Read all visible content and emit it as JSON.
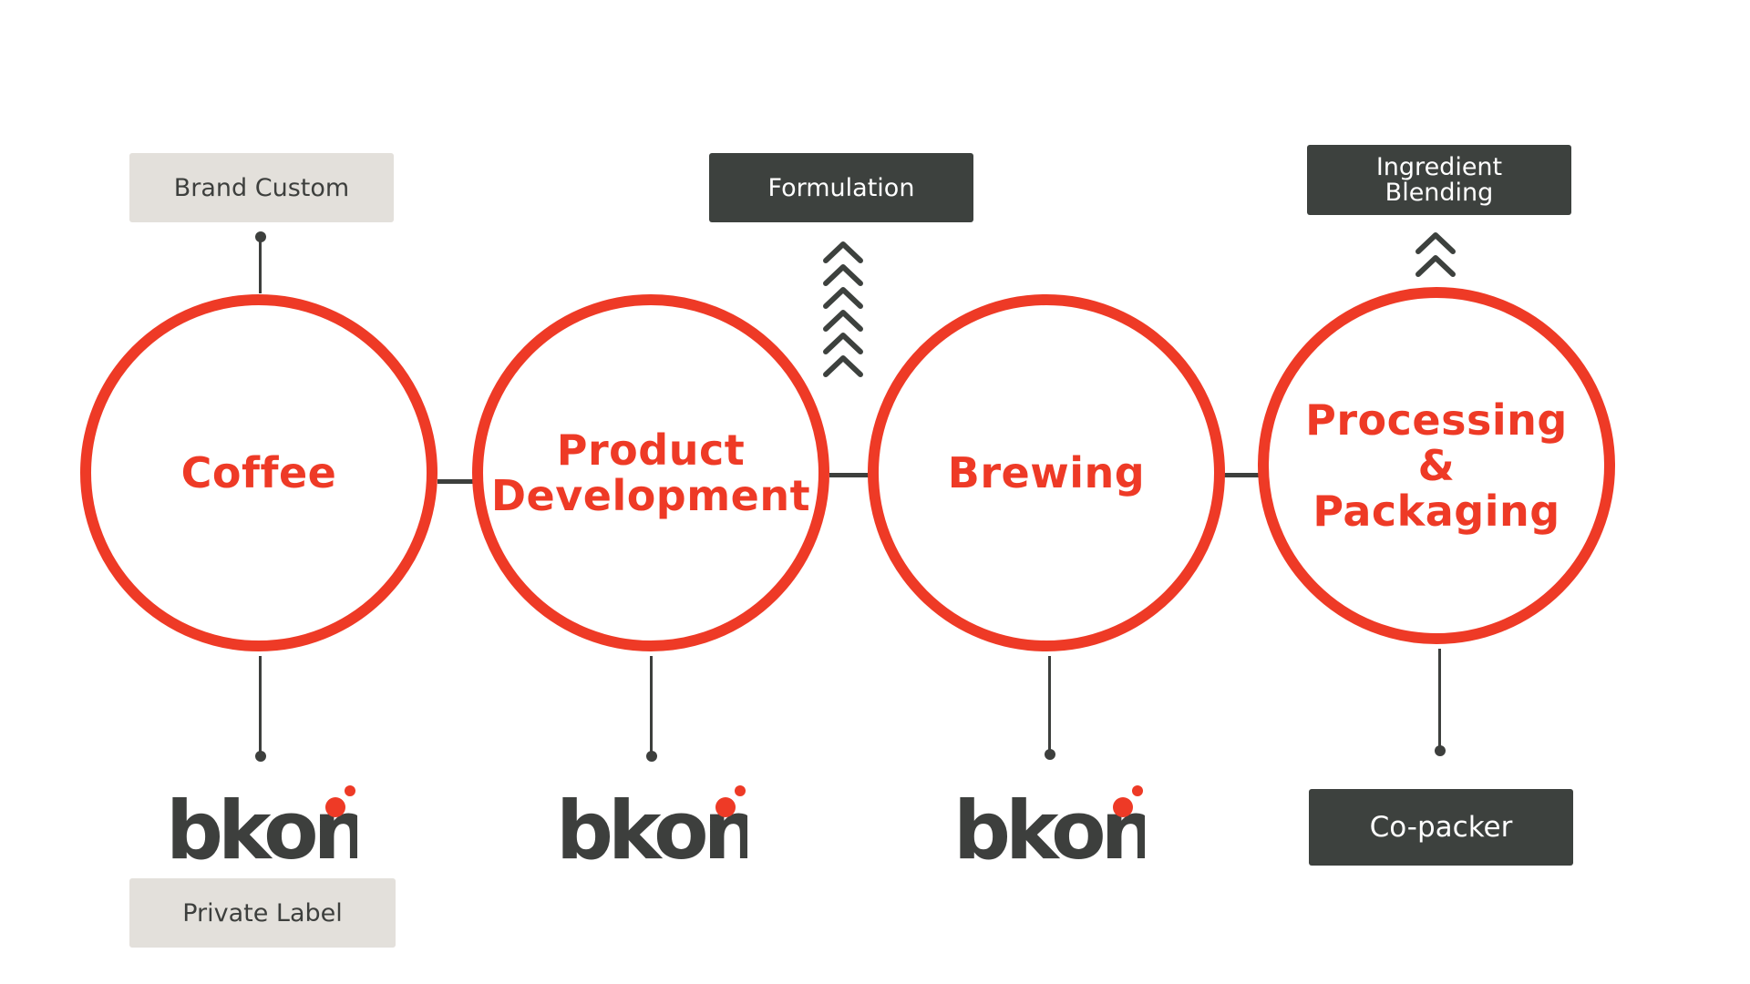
{
  "stages": [
    {
      "label": "Coffee"
    },
    {
      "label": "Product\nDevelopment"
    },
    {
      "label": "Brewing"
    },
    {
      "label": "Processing\n&\nPackaging"
    }
  ],
  "tags": {
    "brand_custom": "Brand Custom",
    "private_label": "Private Label",
    "formulation": "Formulation",
    "ingredient_blending": "Ingredient\nBlending",
    "co_packer": "Co-packer"
  },
  "logo_text": "bkon",
  "colors": {
    "accent_red": "#ee3a26",
    "dark": "#3d413e",
    "light_tag": "#e3e0db"
  }
}
